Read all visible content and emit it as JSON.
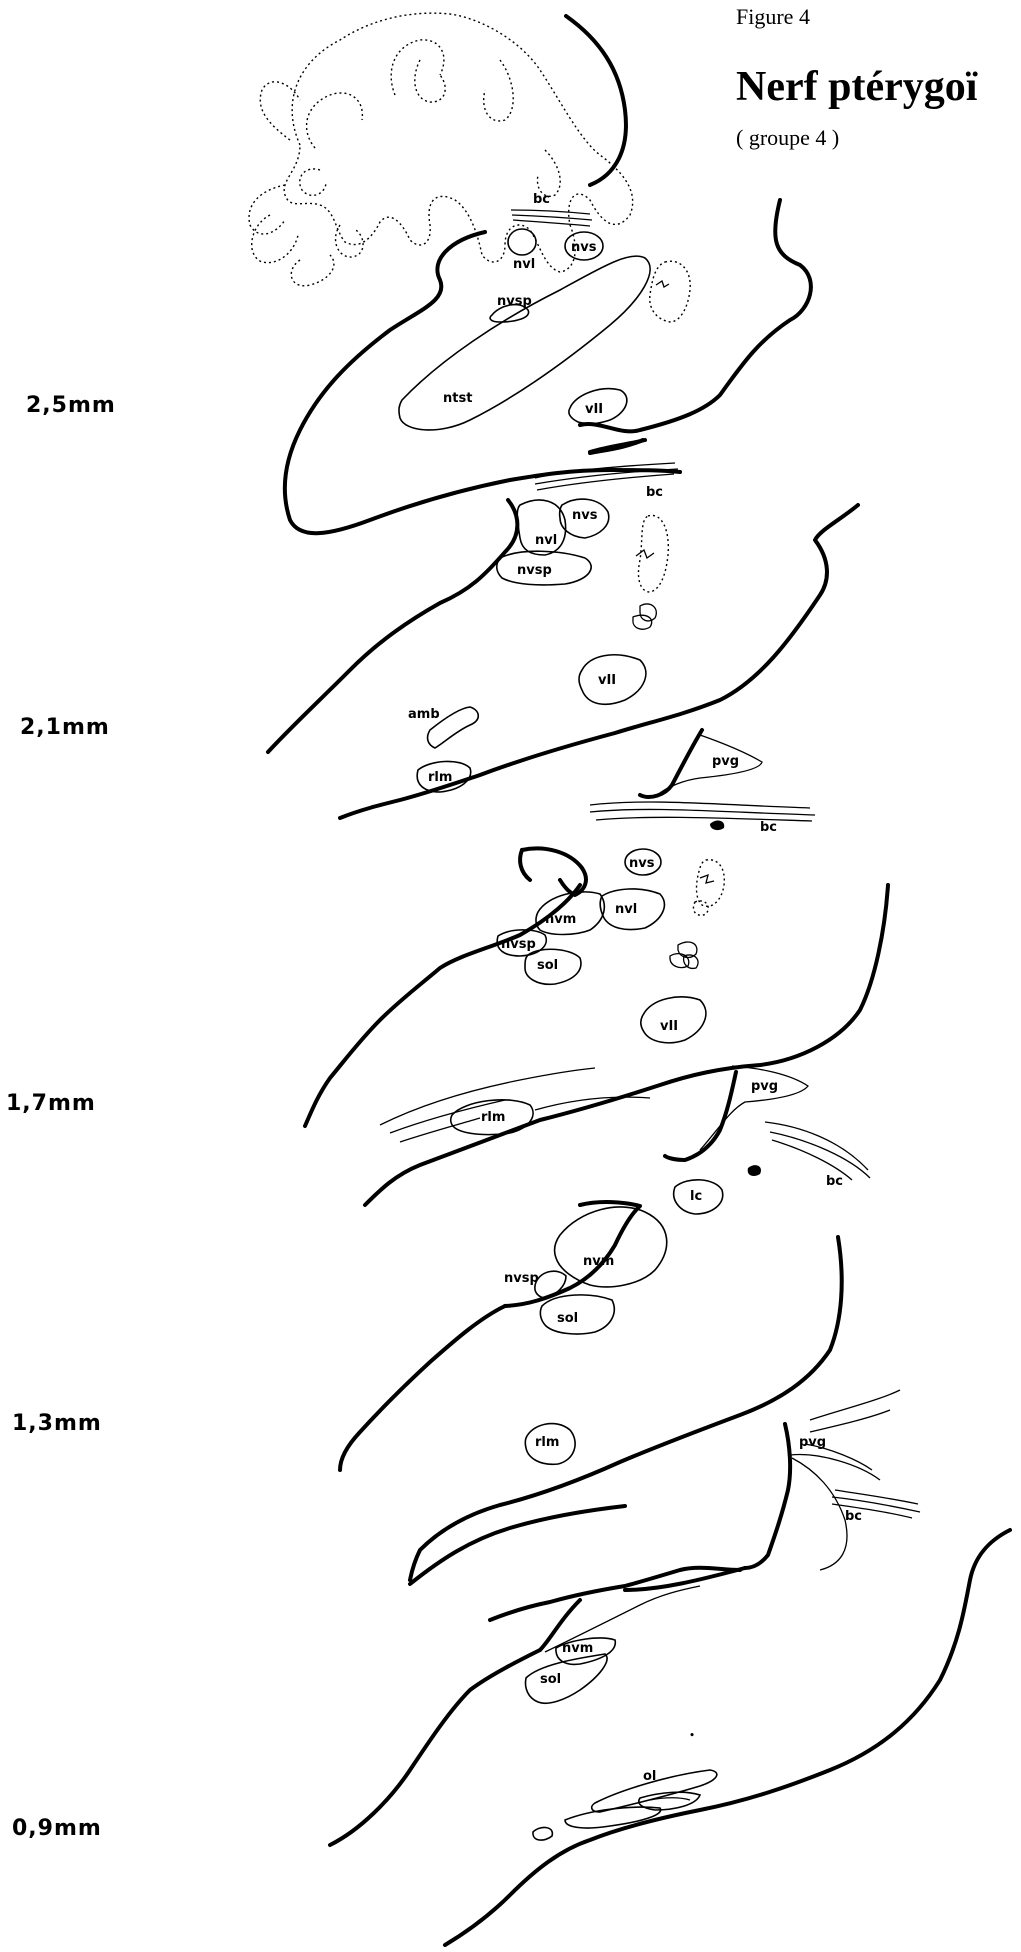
{
  "figure": {
    "caption": "Figure 4",
    "title": "Nerf ptérygoï",
    "subtitle": "( groupe 4 )"
  },
  "depths": [
    "2,5mm",
    "2,1mm",
    "1,7mm",
    "1,3mm",
    "0,9mm"
  ],
  "sections": [
    {
      "depth": "2,5mm",
      "labels": {
        "bc": "bc",
        "nvl": "nvl",
        "nvs": "nvs",
        "nvsp": "nvsp",
        "ntst": "ntst",
        "vii": "vII"
      }
    },
    {
      "depth": "2,1mm",
      "labels": {
        "bc": "bc",
        "nvs": "nvs",
        "nvl": "nvl",
        "nvsp": "nvsp",
        "vii": "vII",
        "amb": "amb",
        "rlm": "rlm"
      }
    },
    {
      "depth": "1,7mm",
      "labels": {
        "pvg": "pvg",
        "bc": "bc",
        "nvs": "nvs",
        "nvm": "nvm",
        "nvl": "nvl",
        "nvsp": "nvsp",
        "sol": "sol",
        "vii": "vII",
        "rlm": "rlm"
      }
    },
    {
      "depth": "1,3mm",
      "labels": {
        "pvg": "pvg",
        "bc": "bc",
        "lc": "lc",
        "nvsp": "nvsp",
        "nvm": "nvm",
        "sol": "sol",
        "rlm": "rlm"
      }
    },
    {
      "depth": "0,9mm",
      "labels": {
        "pvg": "pvg",
        "bc": "bc",
        "nvm": "nvm",
        "sol": "sol",
        "ol": "ol"
      }
    }
  ]
}
